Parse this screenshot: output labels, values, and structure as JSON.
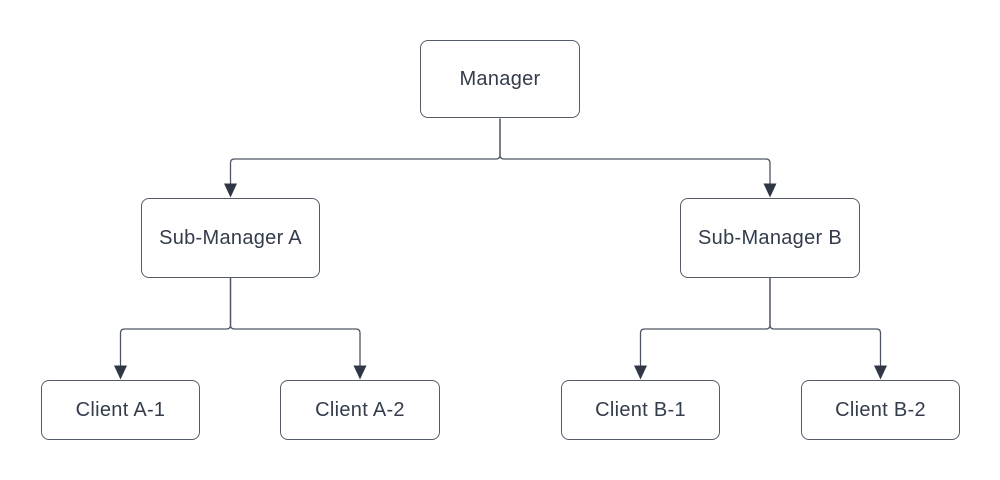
{
  "diagram": {
    "type": "org-chart",
    "nodes": {
      "manager": {
        "label": "Manager"
      },
      "sub_manager_a": {
        "label": "Sub-Manager A"
      },
      "sub_manager_b": {
        "label": "Sub-Manager B"
      },
      "client_a1": {
        "label": "Client A-1"
      },
      "client_a2": {
        "label": "Client A-2"
      },
      "client_b1": {
        "label": "Client B-1"
      },
      "client_b2": {
        "label": "Client B-2"
      }
    },
    "edges": [
      {
        "from": "Manager",
        "to": "Sub-Manager A",
        "arrow": "down"
      },
      {
        "from": "Manager",
        "to": "Sub-Manager B",
        "arrow": "down"
      },
      {
        "from": "Sub-Manager A",
        "to": "Client A-1",
        "arrow": "down"
      },
      {
        "from": "Sub-Manager A",
        "to": "Client A-2",
        "arrow": "down"
      },
      {
        "from": "Sub-Manager B",
        "to": "Client B-1",
        "arrow": "down"
      },
      {
        "from": "Sub-Manager B",
        "to": "Client B-2",
        "arrow": "down"
      }
    ],
    "colors": {
      "background": "#ffffff",
      "node_fill": "#ffffff",
      "node_border": "#545c68",
      "connector": "#4e5663",
      "arrowhead": "#2f3744",
      "text": "#333c4b"
    }
  }
}
